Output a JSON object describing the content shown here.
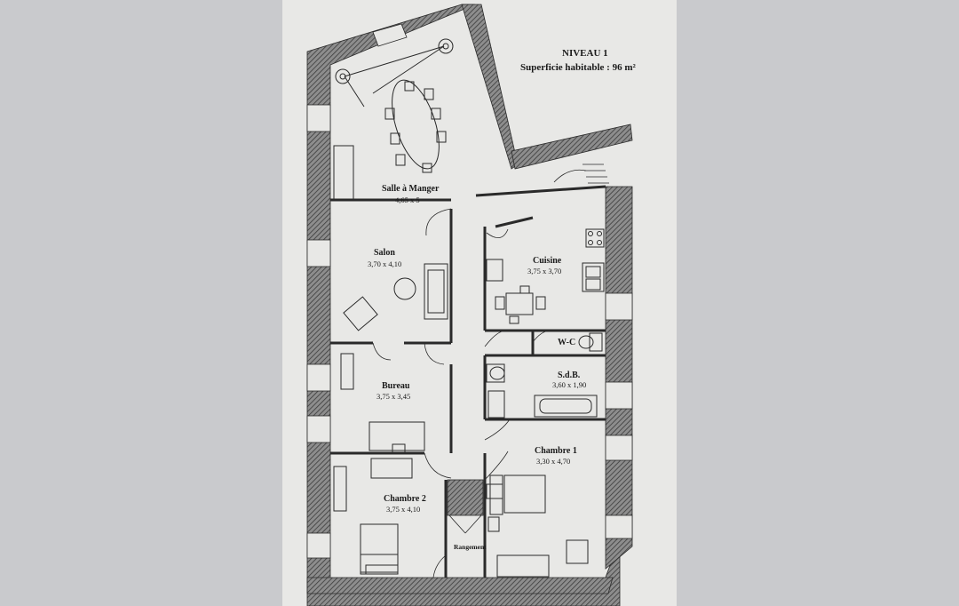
{
  "header": {
    "level": "NIVEAU 1",
    "area": "Superficie habitable : 96 m²"
  },
  "rooms": [
    {
      "name": "Salle à Manger",
      "dims": "4,65 x 5"
    },
    {
      "name": "Salon",
      "dims": "3,70 x 4,10"
    },
    {
      "name": "Cuisine",
      "dims": "3,75 x 3,70"
    },
    {
      "name": "W-C",
      "dims": ""
    },
    {
      "name": "S.d.B.",
      "dims": "3,60 x 1,90"
    },
    {
      "name": "Bureau",
      "dims": "3,75 x 3,45"
    },
    {
      "name": "Chambre 1",
      "dims": "3,30 x 4,70"
    },
    {
      "name": "Chambre 2",
      "dims": "3,75 x 4,10"
    },
    {
      "name": "Rangement",
      "dims": ""
    }
  ]
}
